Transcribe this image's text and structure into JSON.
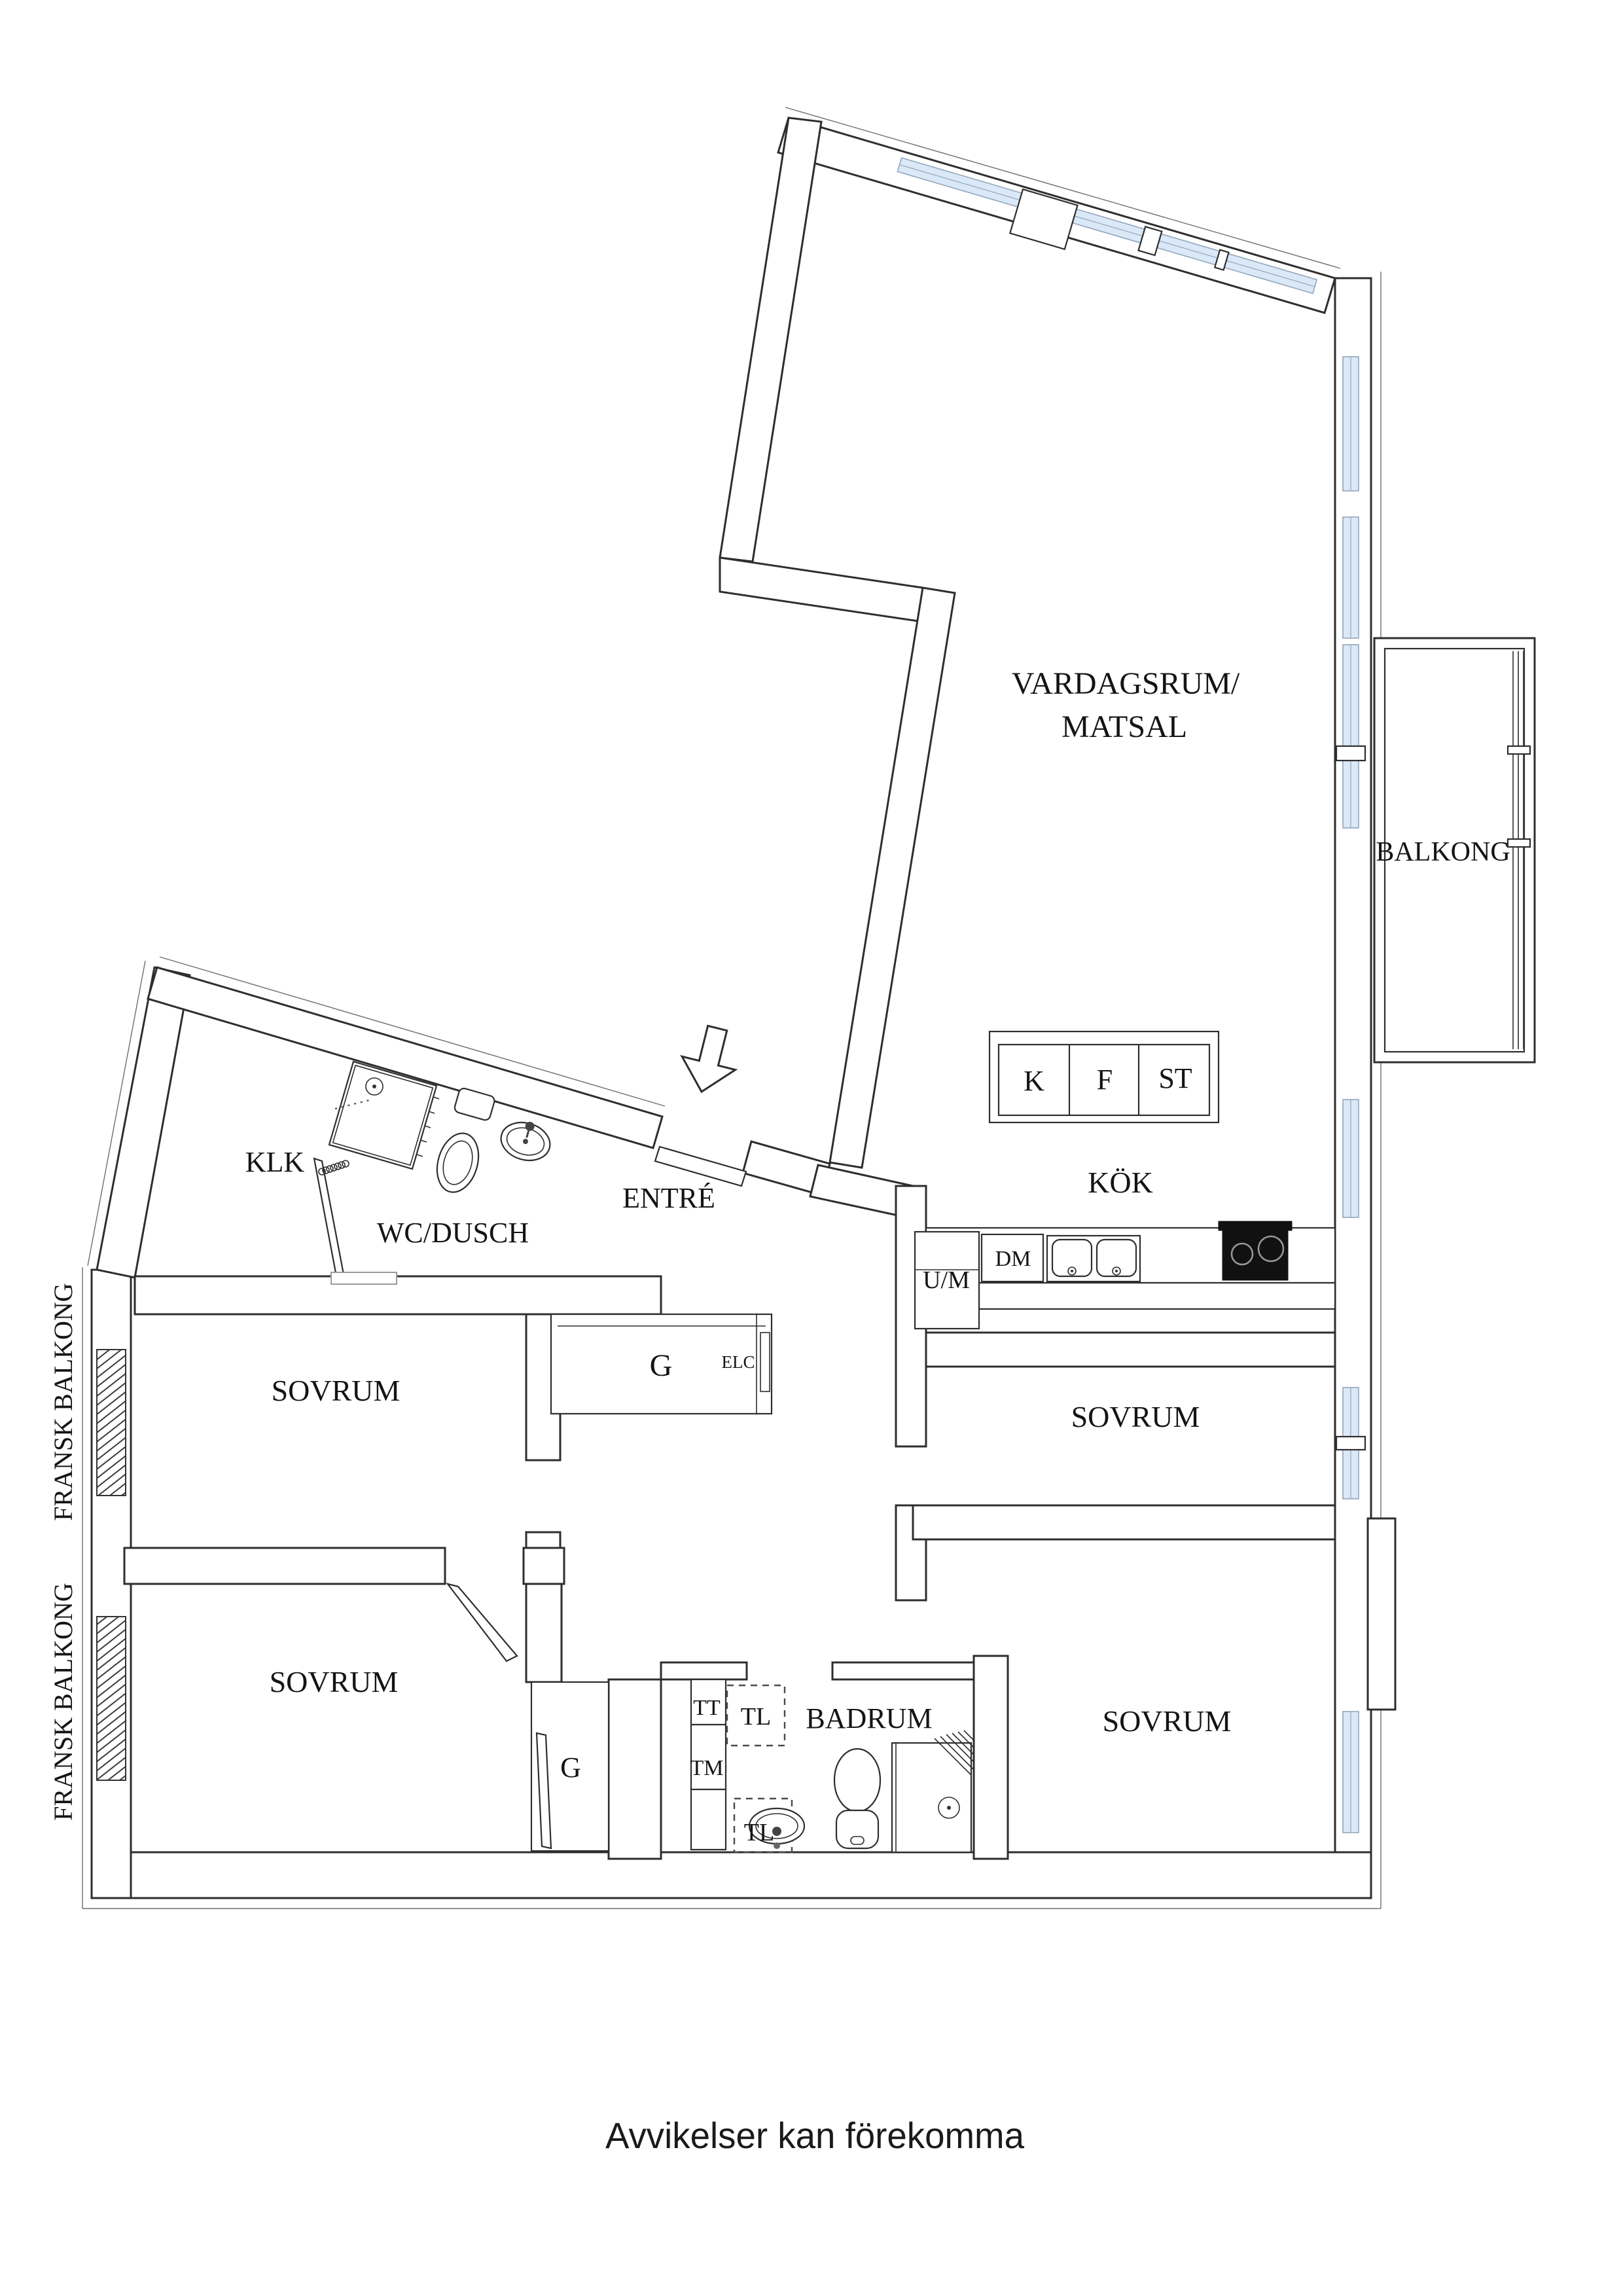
{
  "document": {
    "type": "apartment floor plan",
    "footer_disclaimer": "Avvikelser kan förekomma"
  },
  "plan": {
    "rooms": {
      "living_line1": "VARDAGSRUM/",
      "living_line2": "MATSAL",
      "balcony": "BALKONG",
      "kitchen": "KÖK",
      "entry": "ENTRÉ",
      "wc_shower": "WC/DUSCH",
      "klk": "KLK",
      "bedroom": "SOVRUM",
      "bathroom": "BADRUM",
      "french_balcony": "FRANSK BALKONG",
      "wardrobe": "G",
      "electrical": "ELC"
    },
    "kitchen_labels": {
      "fridge": "K",
      "freezer": "F",
      "pantry": "ST",
      "tall_unit": "U/M",
      "dishwasher": "DM"
    },
    "bathroom_labels": {
      "tt": "TT",
      "tm": "TM",
      "tl": "TL"
    },
    "colors": {
      "wall_line": "#2e2e2e",
      "window_glass": "#dbe8f7",
      "window_frame": "#93a7bc",
      "detail_gray": "#9a9a9a"
    }
  }
}
